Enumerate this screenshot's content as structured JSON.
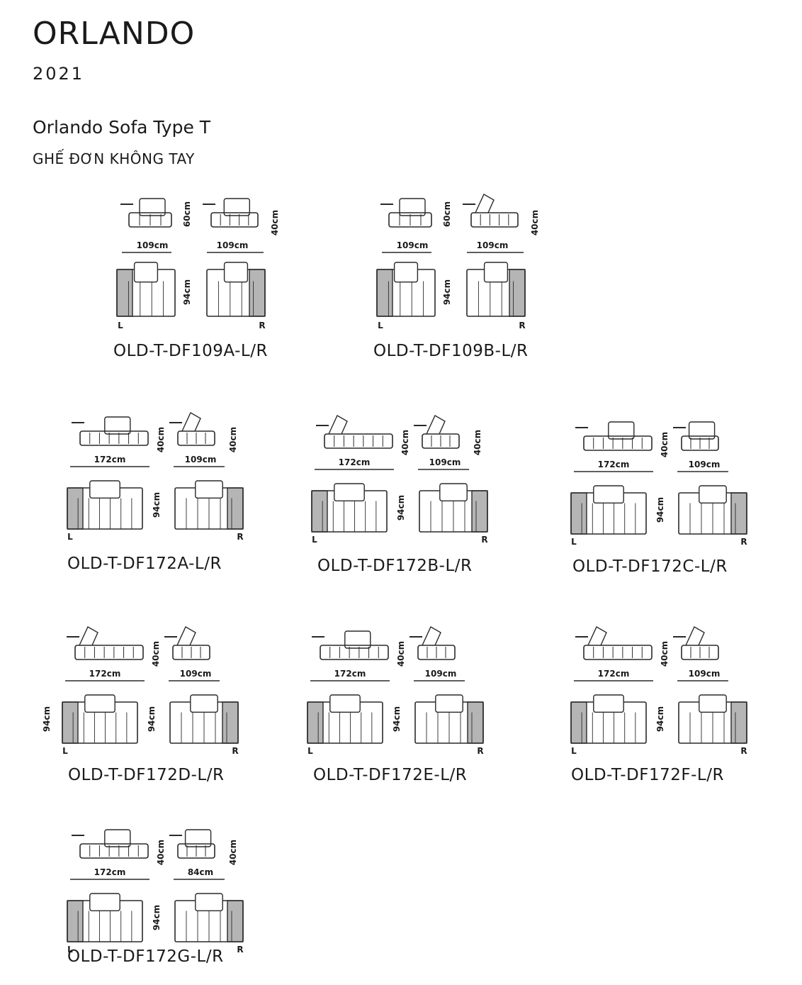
{
  "header": {
    "title": "ORLANDO",
    "year": "2021",
    "subtitle": "Orlando Sofa Type T",
    "subtitle_vn": "GHẾ ĐƠN KHÔNG TAY"
  },
  "groups": [
    {
      "code": "OLD-T-DF109A-L/R",
      "dimA": "109cm",
      "dimB": "109cm",
      "hA": "60cm",
      "hB": "40cm",
      "depth": "94cm",
      "left": "L",
      "right": "R"
    },
    {
      "code": "OLD-T-DF109B-L/R",
      "dimA": "109cm",
      "dimB": "109cm",
      "hA": "60cm",
      "hB": "40cm",
      "depth": "94cm",
      "left": "L",
      "right": "R"
    },
    {
      "code": "OLD-T-DF172A-L/R",
      "dimA": "172cm",
      "dimB": "109cm",
      "hA": "40cm",
      "hB": "40cm",
      "depth": "94cm",
      "left": "L",
      "right": "R"
    },
    {
      "code": "OLD-T-DF172B-L/R",
      "dimA": "172cm",
      "dimB": "109cm",
      "hA": "40cm",
      "hB": "40cm",
      "depth": "94cm",
      "left": "L",
      "right": "R"
    },
    {
      "code": "OLD-T-DF172C-L/R",
      "dimA": "172cm",
      "dimB": "109cm",
      "hA": "40cm",
      "hB": "",
      "depth": "94cm",
      "left": "L",
      "right": "R"
    },
    {
      "code": "OLD-T-DF172D-L/R",
      "dimA": "172cm",
      "dimB": "109cm",
      "hA": "40cm",
      "hB": "",
      "depth": "94cm",
      "depthB": "94cm",
      "left": "L",
      "right": "R"
    },
    {
      "code": "OLD-T-DF172E-L/R",
      "dimA": "172cm",
      "dimB": "109cm",
      "hA": "40cm",
      "hB": "",
      "depth": "94cm",
      "left": "L",
      "right": "R"
    },
    {
      "code": "OLD-T-DF172F-L/R",
      "dimA": "172cm",
      "dimB": "109cm",
      "hA": "40cm",
      "hB": "",
      "depth": "94cm",
      "left": "L",
      "right": "R"
    },
    {
      "code": "OLD-T-DF172G-L/R",
      "dimA": "172cm",
      "dimB": "84cm",
      "hA": "40cm",
      "hB": "40cm",
      "depth": "94cm",
      "left": "L",
      "right": "R"
    }
  ],
  "colors": {
    "line": "#2a2a2a",
    "shade": "#b5b5b5"
  }
}
